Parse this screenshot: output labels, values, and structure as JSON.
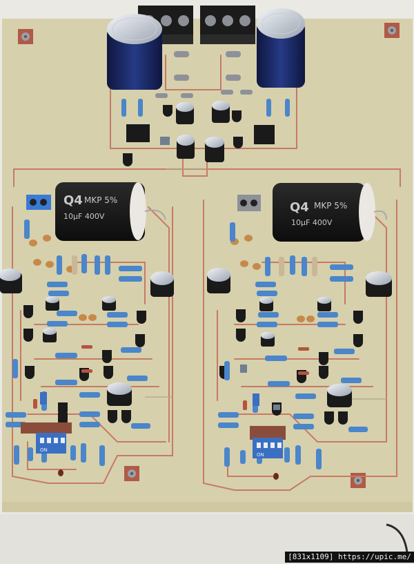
{
  "image": {
    "subject": "audio-amplifier-pcb-photo"
  },
  "capacitor_labels": {
    "left": {
      "brand": "Q4",
      "line1": "MKP 5%",
      "line2": "10µF  400V"
    },
    "right": {
      "brand": "Q4",
      "line1": "MKP 5%",
      "line2": "10µF  400V"
    }
  },
  "dip_switch_labels": {
    "left": "ON",
    "right": "ON"
  },
  "watermark": {
    "text": "[831x1109] https://upic.me/"
  },
  "colors": {
    "board": "#d8d2b0",
    "trace": "#c77a63",
    "capacitor_blue": "#1d2a66",
    "resistor_blue": "#4a86c9",
    "background": "#e9e7e2"
  }
}
